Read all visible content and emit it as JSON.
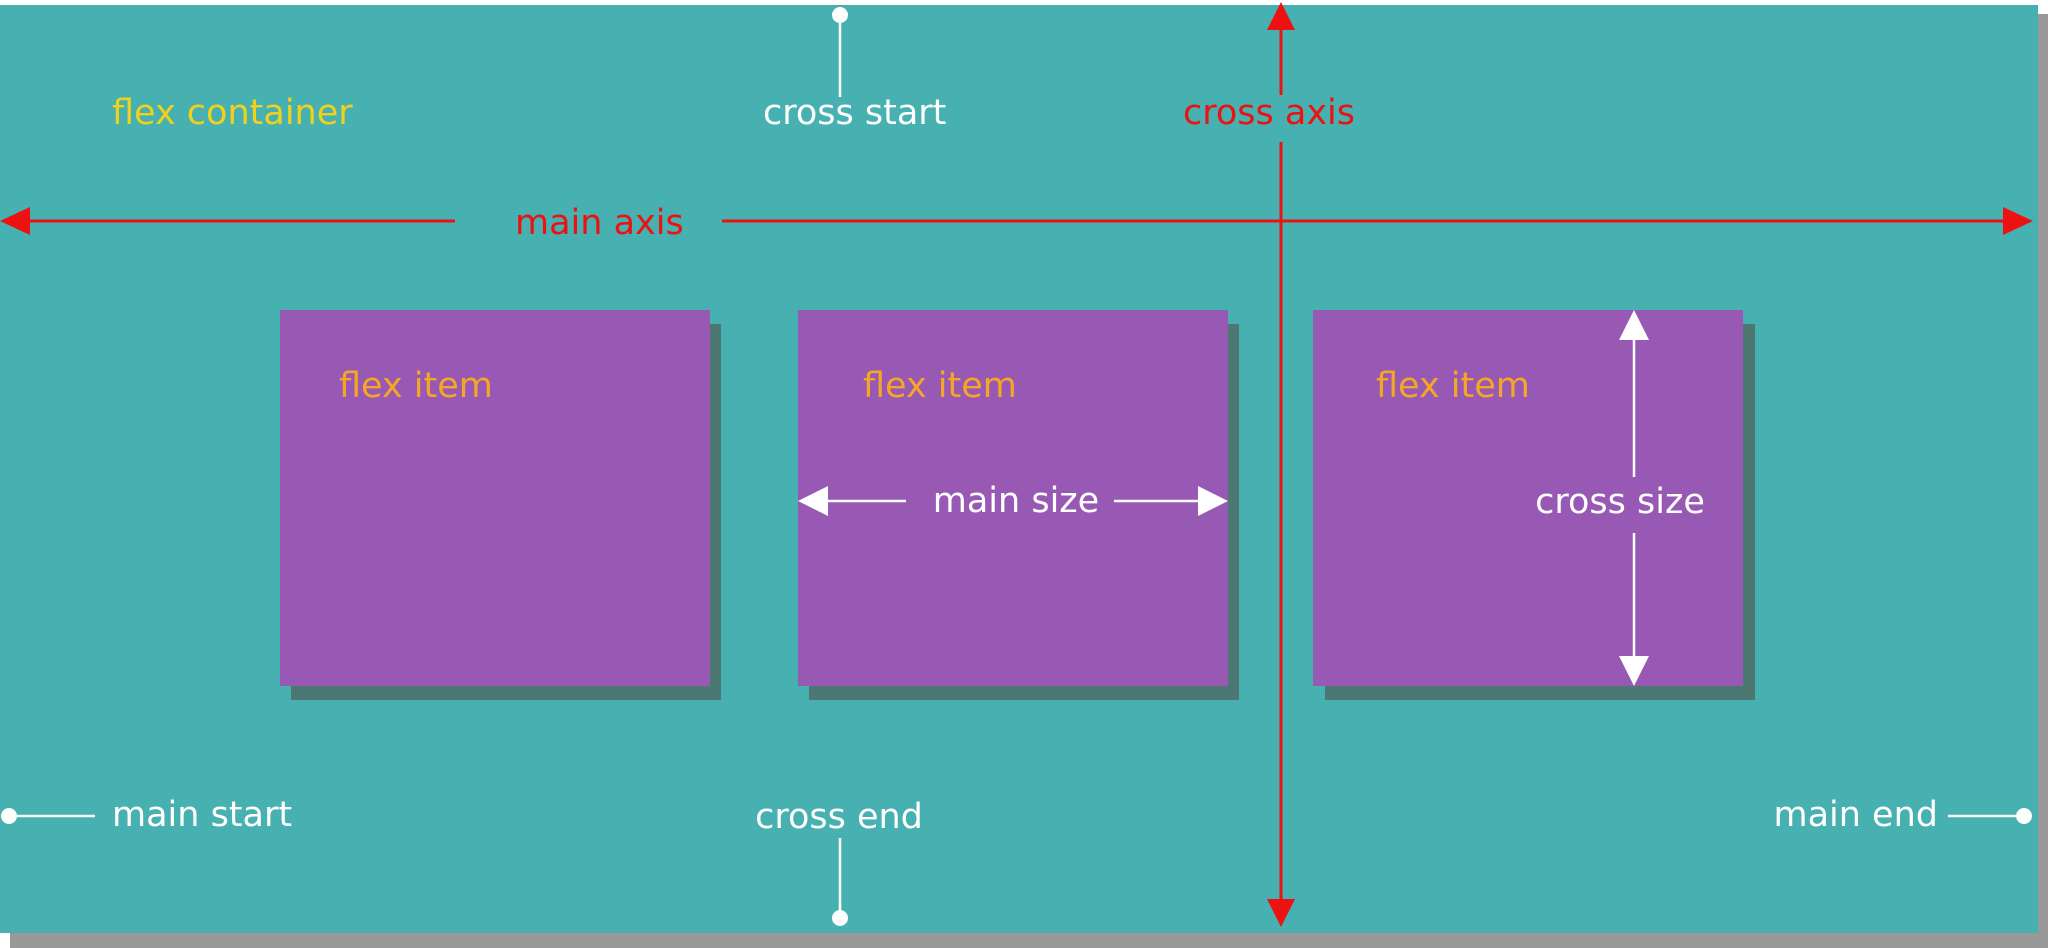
{
  "diagram": {
    "container_label": "flex container",
    "main_axis_label": "main axis",
    "cross_axis_label": "cross axis",
    "cross_start_label": "cross start",
    "cross_end_label": "cross end",
    "main_start_label": "main start",
    "main_end_label": "main end",
    "items": [
      {
        "label": "flex item"
      },
      {
        "label": "flex item"
      },
      {
        "label": "flex item"
      }
    ],
    "main_size_label": "main size",
    "cross_size_label": "cross size"
  },
  "colors": {
    "container": "#46b1b0",
    "container_shadow": "#999999",
    "item": "#9759b4",
    "item_shadow": "#4d7773",
    "axis": "#ee1111",
    "container_label": "#f1d11c",
    "item_label": "#f5a623",
    "annotation": "#ffffff"
  }
}
